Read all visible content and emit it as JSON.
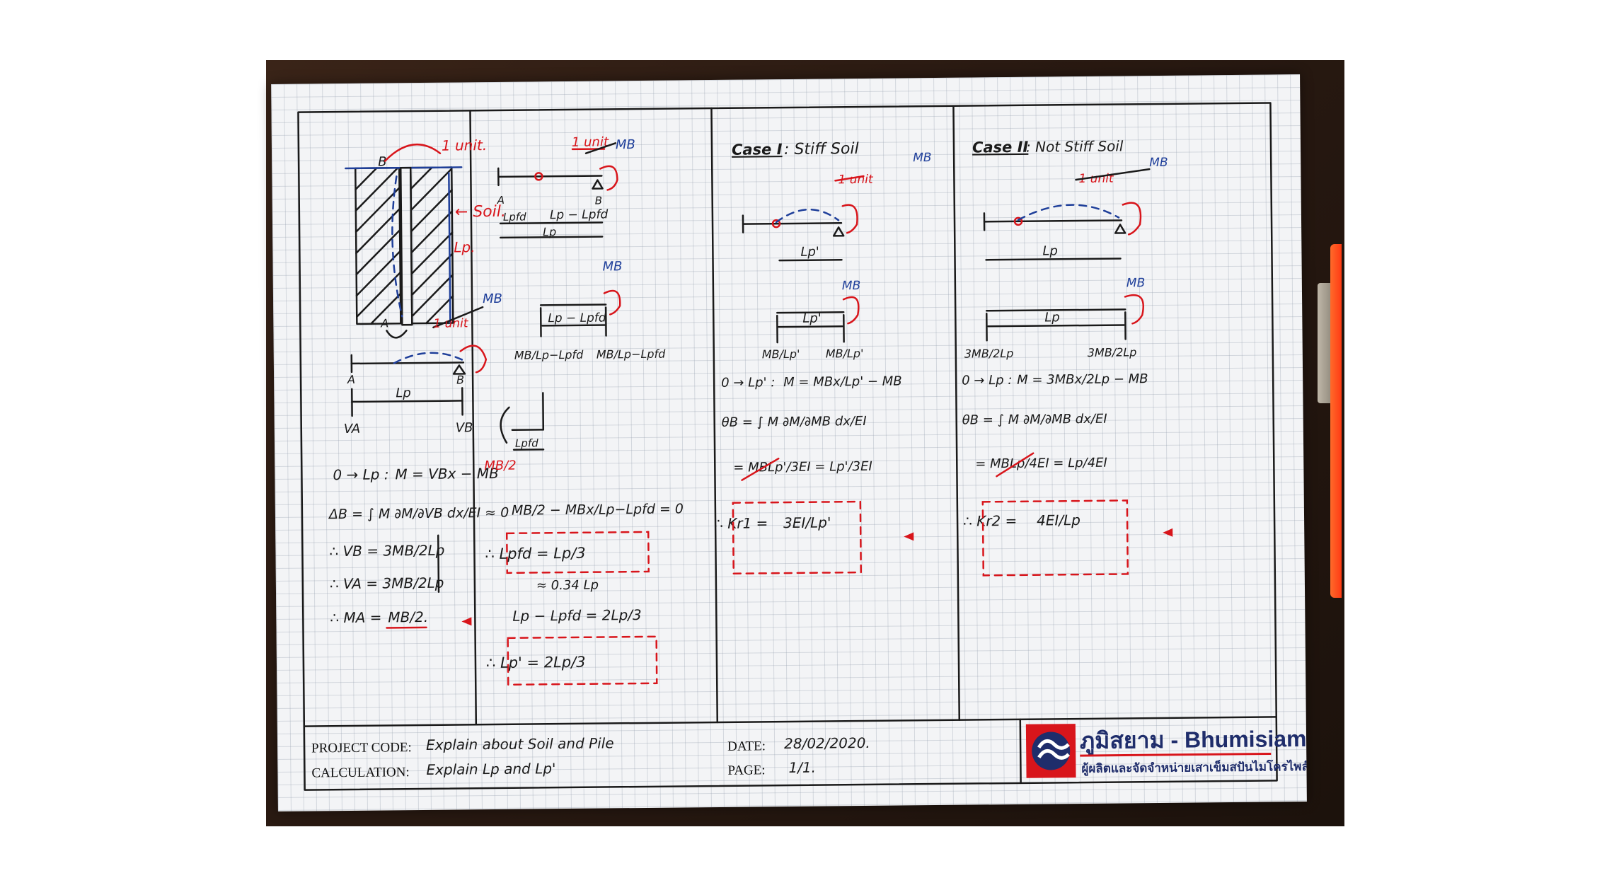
{
  "title_block": {
    "project_code_label": "PROJECT CODE:",
    "project_code_value": "Explain about Soil and Pile",
    "calculation_label": "CALCULATION:",
    "calculation_value": "Explain Lp and Lp'",
    "date_label": "DATE:",
    "date_value": "28/02/2020.",
    "page_label": "PAGE:",
    "page_value": "1/1."
  },
  "logo": {
    "name": "ภูมิสยาม - Bhumisiam",
    "tagline": "ผู้ผลิตและจัดจำหน่ายเสาเข็มสปันไมโครไพล์",
    "colors": {
      "red": "#d8151b",
      "navy": "#1f2d6b"
    }
  },
  "panel1": {
    "unit_top": "1 unit.",
    "soil": "← Soil.",
    "lp_vertical": "Lp.",
    "label_B": "B",
    "label_A": "A",
    "MB": "MB",
    "unit_lower": "1 unit",
    "beam_A": "A",
    "beam_B": "B",
    "beam_span": "Lp",
    "VA": "VA",
    "VB": "VB",
    "range": "0 → Lp :",
    "eq_M": "M = VBx − MB",
    "eq_delta": "ΔB = ∫ M ∂M/∂VB dx/EI ≈ 0",
    "res_VB": "∴ VB = 3MB/2Lp",
    "res_VA": "∴ VA = 3MB/2Lp",
    "res_MA_lhs": "∴ MA =",
    "res_MA_rhs": "MB/2."
  },
  "panel2": {
    "unit": "1 unit",
    "MB_top": "MB",
    "label_A": "A",
    "label_B": "B",
    "dim_lppfd": "Lpfd",
    "dim_lp_minus": "Lp − Lpfd",
    "dim_lp": "Lp",
    "MB_mid": "MB",
    "span_mid": "Lp − Lpfd",
    "react_left": "MB/Lp−Lpfd",
    "react_right": "MB/Lp−Lpfd",
    "dim_lpfd_small": "Lpfd",
    "MB_half": "MB/2",
    "eq_moment": "MB/2 − MBx/Lp−Lpfd = 0",
    "res_lpfd": "∴ Lpfd = Lp/3",
    "approx": "≈ 0.34 Lp",
    "eq_diff": "Lp − Lpfd = 2Lp/3",
    "res_lp_prime": "∴ Lp' = 2Lp/3"
  },
  "panel3": {
    "case": "Case I",
    "heading": ": Stiff Soil",
    "MB_top": "MB",
    "unit": "1 unit",
    "span": "Lp'",
    "MB_mid": "MB",
    "span_mid": "Lp'",
    "react_left": "MB/Lp'",
    "react_right": "MB/Lp'",
    "range": "0 → Lp' :",
    "eq_M": "M = MBx/Lp' − MB",
    "eq_theta": "θB = ∫ M ∂M/∂MB dx/EI",
    "eq_result": "= MBLp'/3EI = Lp'/3EI",
    "k_label": "∴ Kr1 =",
    "k_value": "3EI/Lp'"
  },
  "panel4": {
    "case": "Case II",
    "heading": ": Not Stiff Soil",
    "MB_top": "MB",
    "unit": "1 unit",
    "span": "Lp",
    "MB_mid": "MB",
    "span_mid": "Lp",
    "react_left": "3MB/2Lp",
    "react_right": "3MB/2Lp",
    "range": "0 → Lp :",
    "eq_M": "M = 3MBx/2Lp − MB",
    "eq_theta": "θB = ∫ M ∂M/∂MB dx/EI",
    "eq_result": "= MBLp/4EI = Lp/4EI",
    "k_label": "∴ Kr2 =",
    "k_value": "4EI/Lp"
  },
  "colors": {
    "ink": "#1a1a1a",
    "red_pen": "#d8151b",
    "blue_pen": "#1f3f9a",
    "paper": "#f3f4f6",
    "table": "#2a1a12"
  }
}
